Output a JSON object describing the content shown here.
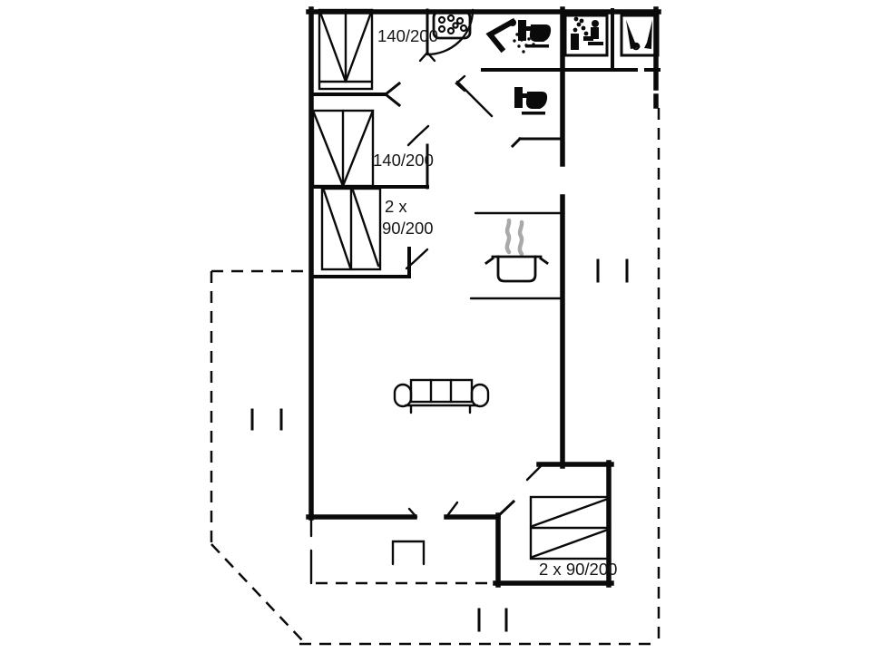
{
  "page": {
    "background": "#ffffff"
  },
  "plan": {
    "wall_color": "#0a0a0a",
    "steam_color": "#a9a9a9",
    "labels": {
      "bed1": "140/200",
      "bed2": "140/200",
      "bed3_line1": "2 x",
      "bed3_line2": "90/200",
      "bed4": "2 x 90/200"
    },
    "icons": [
      {
        "name": "double-bed-icon",
        "shape": "rect with V diagonals"
      },
      {
        "name": "bunk-beds-icon",
        "shape": "two rects with diagonals"
      },
      {
        "name": "whirlpool-icon",
        "shape": "rounded rect with jet dots"
      },
      {
        "name": "shower-icon",
        "shape": "shower arm with spray dots"
      },
      {
        "name": "toilet-icon",
        "shape": "solid toilet side view"
      },
      {
        "name": "sauna-icon",
        "shape": "boxed person with steam"
      },
      {
        "name": "vacuum-cleaner-icon",
        "shape": "boxed diagonal tools with wheel"
      },
      {
        "name": "cooking-pot-icon",
        "shape": "pot with steam"
      },
      {
        "name": "sofa-icon",
        "shape": "three-seat sofa outline"
      }
    ]
  }
}
